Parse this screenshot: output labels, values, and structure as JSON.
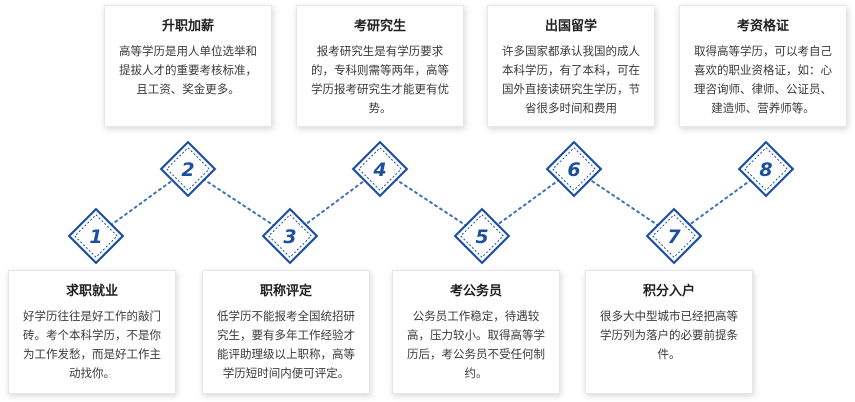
{
  "colors": {
    "accent": "#1b4fa0",
    "line": "#3f6fb8",
    "card_border": "#e4e8ee"
  },
  "items": [
    {
      "num": "1",
      "title": "求职就业",
      "text": "好学历往往是好工作的敲门砖。考个本科学历，不是你为工作发愁，而是好工作主动找你。"
    },
    {
      "num": "2",
      "title": "升职加薪",
      "text": "高等学历是用人单位选举和提拔人才的重要考核标准，且工资、奖金更多。"
    },
    {
      "num": "3",
      "title": "职称评定",
      "text": "低学历不能报考全国统招研究生，要有多年工作经验才能评助理级以上职称，高等学历短时间内便可评定。"
    },
    {
      "num": "4",
      "title": "考研究生",
      "text": "报考研究生是有学历要求的，专科则需等两年，高等学历报考研究生才能更有优势。"
    },
    {
      "num": "5",
      "title": "考公务员",
      "text": "公务员工作稳定，待遇较高，压力较小。取得高等学历后，考公务员不受任何制约。"
    },
    {
      "num": "6",
      "title": "出国留学",
      "text": "许多国家都承认我国的成人本科学历，有了本科，可在国外直接读研究生学历，节省很多时间和费用"
    },
    {
      "num": "7",
      "title": "积分入户",
      "text": "很多大中型城市已经把高等学历列为落户的必要前提条件。"
    },
    {
      "num": "8",
      "title": "考资格证",
      "text": "取得高等学历，可以考自己喜欢的职业资格证，如：心理咨询师、律师、公证员、建造师、营养师等。"
    }
  ]
}
